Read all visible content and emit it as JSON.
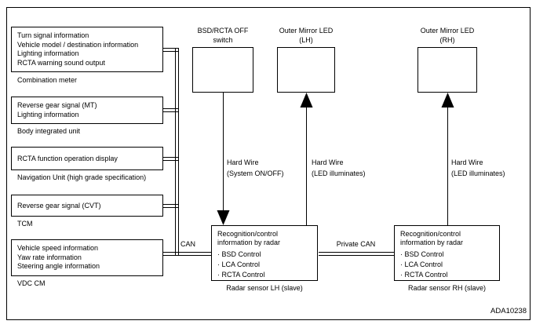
{
  "figure_id": "ADA10238",
  "colors": {
    "line": "#000000",
    "background": "#ffffff"
  },
  "left_units": [
    {
      "signals": [
        "Turn signal information",
        "Vehicle model / destination information",
        "Lighting information",
        "RCTA warning sound output"
      ],
      "name": "Combination meter"
    },
    {
      "signals": [
        "Reverse gear signal (MT)",
        "Lighting information"
      ],
      "name": "Body integrated unit"
    },
    {
      "signals": [
        "RCTA function operation display"
      ],
      "name": "Navigation Unit (high grade specification)"
    },
    {
      "signals": [
        "Reverse gear signal (CVT)"
      ],
      "name": "TCM"
    },
    {
      "signals": [
        "Vehicle speed information",
        "Yaw rate information",
        "Steering angle information"
      ],
      "name": "VDC CM"
    }
  ],
  "nodes": {
    "switch": {
      "line1": "BSD/RCTA OFF",
      "line2": "switch"
    },
    "led_lh": {
      "line1": "Outer Mirror LED",
      "line2": "(LH)"
    },
    "led_rh": {
      "line1": "Outer Mirror LED",
      "line2": "(RH)"
    }
  },
  "wire_labels": {
    "switch_to_radar_lh": {
      "line1": "Hard Wire",
      "line2": "(System ON/OFF)"
    },
    "radar_lh_to_led_lh": {
      "line1": "Hard Wire",
      "line2": "(LED illuminates)"
    },
    "radar_rh_to_led_rh": {
      "line1": "Hard Wire",
      "line2": "(LED illuminates)"
    }
  },
  "buses": {
    "can": "CAN",
    "private_can": "Private CAN"
  },
  "radar_lh": {
    "head1": "Recognition/control",
    "head2": "information by radar",
    "items": [
      "· BSD Control",
      "· LCA Control",
      "· RCTA Control"
    ],
    "name": "Radar sensor LH (slave)"
  },
  "radar_rh": {
    "head1": "Recognition/control",
    "head2": "information by radar",
    "items": [
      "· BSD Control",
      "· LCA Control",
      "· RCTA Control"
    ],
    "name": "Radar sensor RH (slave)"
  }
}
